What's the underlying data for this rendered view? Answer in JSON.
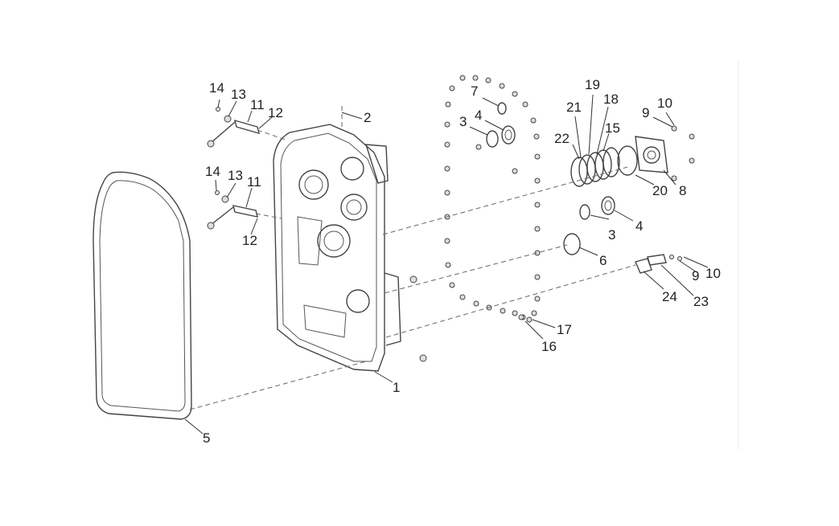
{
  "callouts": {
    "c1": "1",
    "c2": "2",
    "c3a": "3",
    "c3b": "3",
    "c4a": "4",
    "c4b": "4",
    "c5": "5",
    "c6": "6",
    "c7": "7",
    "c8": "8",
    "c9a": "9",
    "c9b": "9",
    "c10a": "10",
    "c10b": "10",
    "c11a": "11",
    "c11b": "11",
    "c12a": "12",
    "c12b": "12",
    "c13a": "13",
    "c13b": "13",
    "c14a": "14",
    "c14b": "14",
    "c15": "15",
    "c16": "16",
    "c17": "17",
    "c18": "18",
    "c19": "19",
    "c20": "20",
    "c21": "21",
    "c22": "22",
    "c23": "23",
    "c24": "24"
  }
}
